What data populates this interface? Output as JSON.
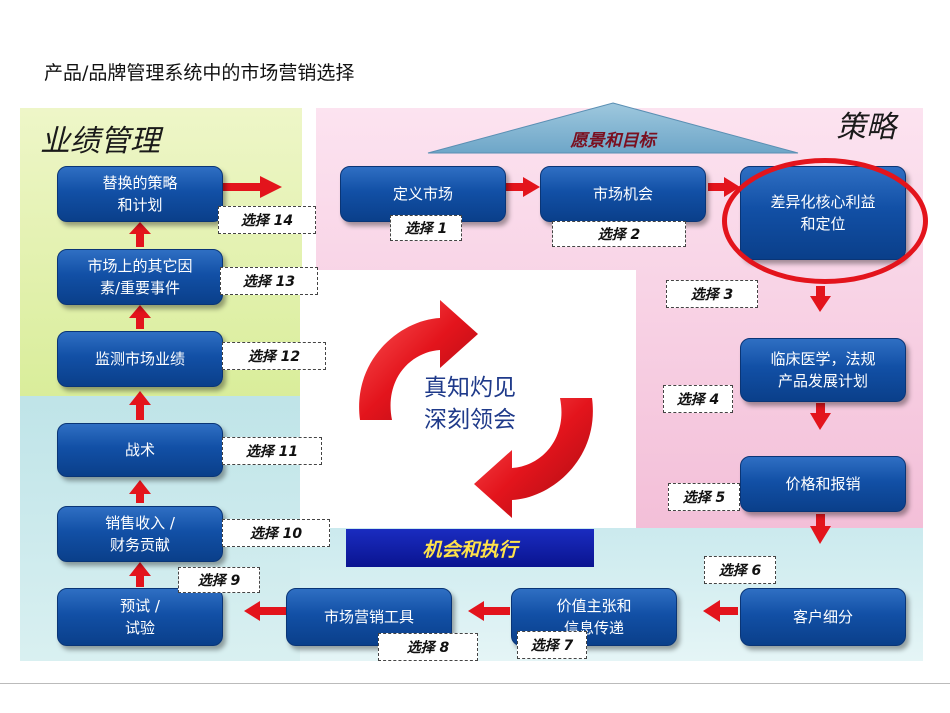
{
  "title": "产品/品牌管理系统中的市场营销选择",
  "regions": {
    "performance": "业绩管理",
    "strategy": "策略",
    "execution": "机会和执行",
    "vision": "愿景和目标"
  },
  "center_text": "真知灼见\n深刻领会",
  "boxes": {
    "define_market": "定义市场",
    "market_opportunity": "市场机会",
    "differentiation": "差异化核心利益\n和定位",
    "clinical": "临床医学，法规\n产品发展计划",
    "pricing": "价格和报销",
    "segmentation": "客户细分",
    "value_message": "价值主张和\n信息传递",
    "marketing_tools": "市场营销工具",
    "trial": "预试 /\n试验",
    "sales": "销售收入 /\n财务贡献",
    "tactics": "战术",
    "monitor": "监测市场业绩",
    "other_factors": "市场上的其它因\n素/重要事件",
    "alternative": "替换的策略\n和计划"
  },
  "options": {
    "o1": "选择 1",
    "o2": "选择 2",
    "o3": "选择 3",
    "o4": "选择 4",
    "o5": "选择 5",
    "o6": "选择 6",
    "o7": "选择 7",
    "o8": "选择 8",
    "o9": "选择 9",
    "o10": "选择 10",
    "o11": "选择 11",
    "o12": "选择 12",
    "o13": "选择 13",
    "o14": "选择 14"
  },
  "colors": {
    "box_blue": "#1250a6",
    "arrow_red": "#e3141c",
    "banner_blue": "#0a1490",
    "banner_text": "#ffe24a"
  }
}
